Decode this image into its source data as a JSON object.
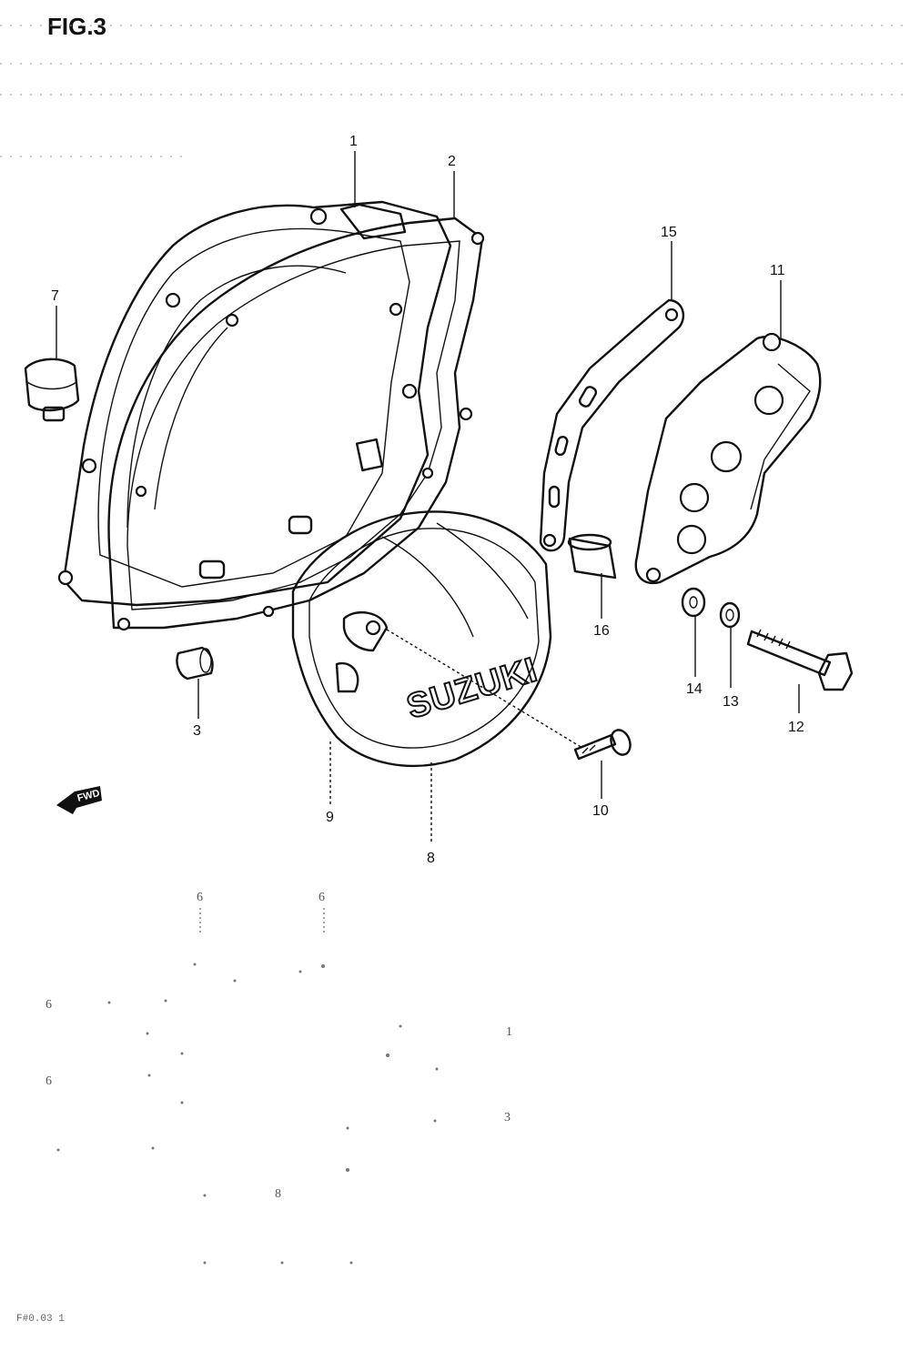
{
  "figure": {
    "title": "FIG.3"
  },
  "brand_text": "SUZUKI",
  "direction_marker": {
    "text": "FWD"
  },
  "callouts": [
    {
      "number": "1"
    },
    {
      "number": "2"
    },
    {
      "number": "3"
    },
    {
      "number": "7"
    },
    {
      "number": "8"
    },
    {
      "number": "9"
    },
    {
      "number": "10"
    },
    {
      "number": "11"
    },
    {
      "number": "12"
    },
    {
      "number": "13"
    },
    {
      "number": "14"
    },
    {
      "number": "15"
    },
    {
      "number": "16"
    }
  ],
  "faded_text": [
    "6",
    "6",
    "6",
    "6",
    "1",
    "3",
    "8"
  ],
  "footer_code": "F#0.03 1"
}
